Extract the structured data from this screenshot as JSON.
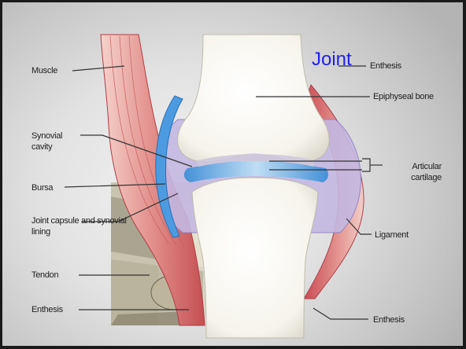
{
  "title": "Joint",
  "labels": {
    "muscle": "Muscle",
    "enthesis_top": "Enthesis",
    "epiphyseal_bone": "Epiphyseal bone",
    "synovial_cavity": "Synovial cavity",
    "articular_cartilage": "Articular cartilage",
    "bursa": "Bursa",
    "joint_capsule": "Joint capsule and synovial lining",
    "ligament": "Ligament",
    "tendon": "Tendon",
    "enthesis_left": "Enthesis",
    "enthesis_right": "Enthesis"
  },
  "colors": {
    "title": "#1e1ef0",
    "bone": "#f9f8f3",
    "muscle": "#e08a86",
    "capsule": "#b6a8d8",
    "synovial_fluid": "#59a8e0"
  }
}
